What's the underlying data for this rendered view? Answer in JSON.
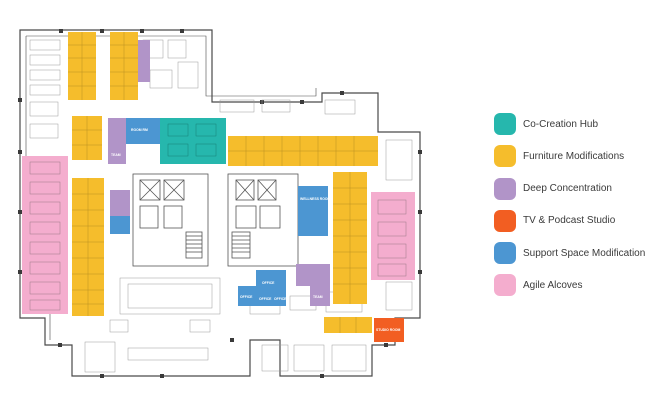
{
  "colors": {
    "co_creation": "#26b7ad",
    "furniture": "#f5bd2c",
    "deep_concentration": "#b194c8",
    "tv_podcast": "#f25e22",
    "support_space": "#4c96d2",
    "agile": "#f4adce",
    "wall": "#4a4a4a",
    "line": "#8a8a8a",
    "furniture_line": "#9a9a9a"
  },
  "legend": {
    "items": [
      {
        "label": "Co-Creation Hub",
        "color": "#26b7ad"
      },
      {
        "label": "Furniture Modifications",
        "color": "#f5bd2c"
      },
      {
        "label": "Deep Concentration",
        "color": "#b194c8"
      },
      {
        "label": "TV & Podcast Studio",
        "color": "#f25e22"
      },
      {
        "label": "Support Space Modification",
        "color": "#4c96d2"
      },
      {
        "label": "Agile Alcoves",
        "color": "#f4adce"
      }
    ]
  },
  "plan_labels": {
    "room_a": "ROOM RM",
    "room_b": "WELLNESS ROOM",
    "room_c": "STUDIO ROOM",
    "team_a": "TEAM",
    "team_b": "TEAM",
    "team_c": "TEAM",
    "office_a": "OFFICE",
    "office_b": "OFFICE",
    "office_c": "OFFICE",
    "office_d": "OFFICE"
  }
}
